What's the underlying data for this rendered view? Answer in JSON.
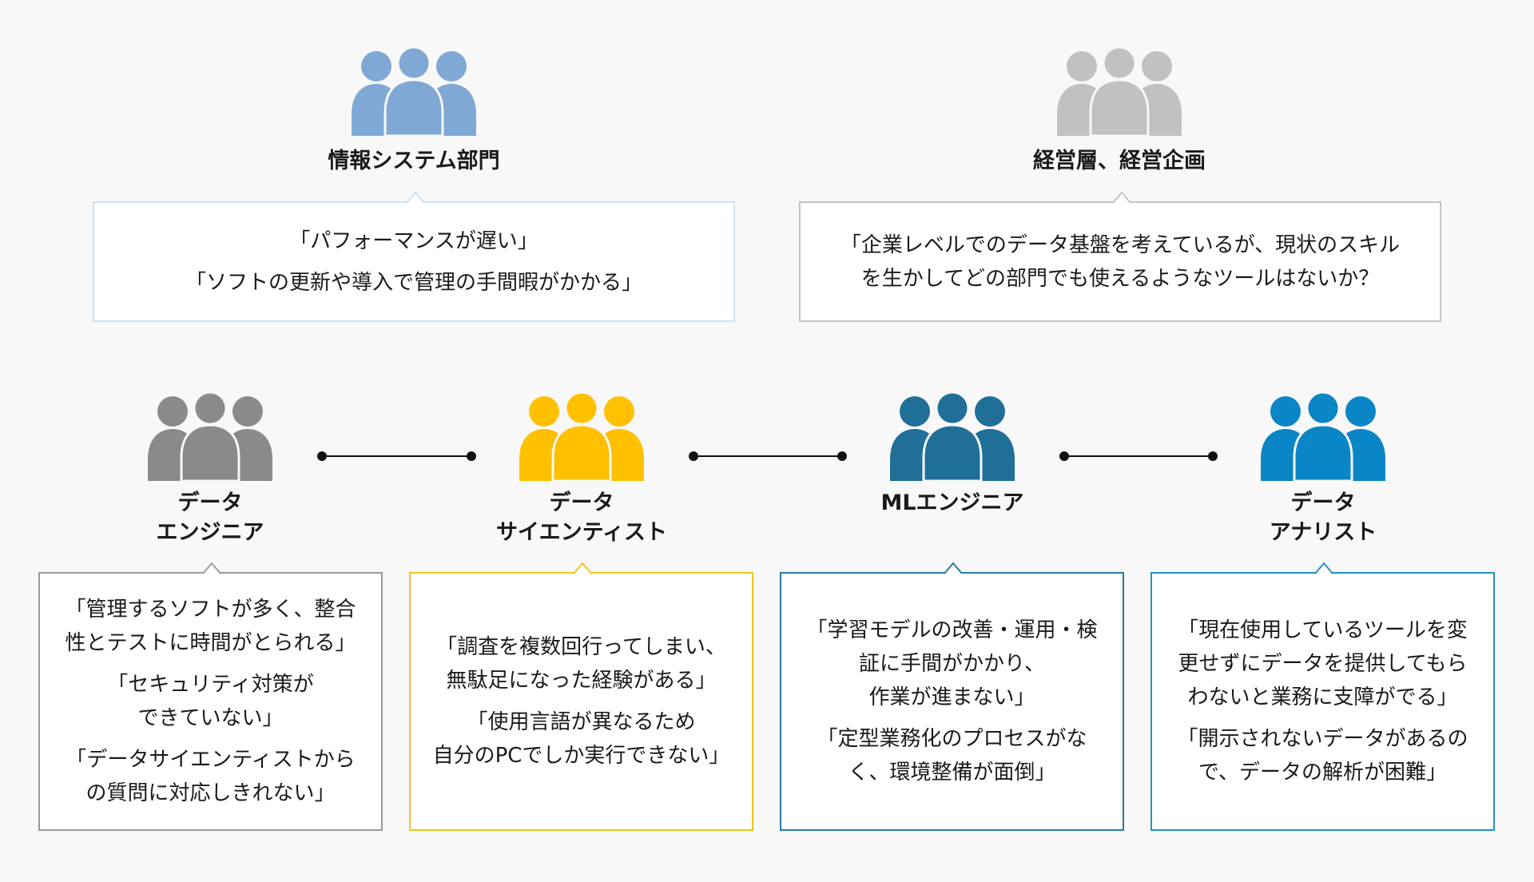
{
  "top_row": [
    {
      "name": "情報システム部門",
      "icon": "people-group-icon",
      "color": "#7fa8d4",
      "border": "#cfe0f2",
      "quotes": [
        "「パフォーマンスが遅い」",
        "「ソフトの更新や導入で管理の手間暇がかかる」"
      ]
    },
    {
      "name": "経営層、経営企画",
      "icon": "people-group-icon",
      "color": "#c1c1c1",
      "border": "#c4c4c4",
      "quotes": [
        "「企業レベルでのデータ基盤を考えているが、現状のスキル\nを生かしてどの部門でも使えるようなツールはないか？"
      ]
    }
  ],
  "bottom_row": [
    {
      "name": "データ\nエンジニア",
      "icon": "people-group-icon",
      "color": "#8a8a8a",
      "border": "#9a9a9a",
      "quotes": [
        "「管理するソフトが多く、整合\n性とテストに時間がとられる」",
        "「セキュリティ対策が\nできていない」",
        "「データサイエンティストから\nの質問に対応しきれない」"
      ]
    },
    {
      "name": "データ\nサイエンティスト",
      "icon": "people-group-icon",
      "color": "#ffc000",
      "border": "#f2c419",
      "quotes": [
        "「調査を複数回行ってしまい、\n無駄足になった経験がある」",
        "「使用言語が異なるため\n自分のPCでしか実行できない」"
      ]
    },
    {
      "name": "MLエンジニア",
      "icon": "people-group-icon",
      "color": "#1f6f99",
      "border": "#2a7aa6",
      "quotes": [
        "「学習モデルの改善・運用・検\n証に手間がかかり、\n作業が進まない」",
        "「定型業務化のプロセスがな\nく、環境整備が面倒」"
      ]
    },
    {
      "name": "データ\nアナリスト",
      "icon": "people-group-icon",
      "color": "#0a86c6",
      "border": "#2490c8",
      "quotes": [
        "「現在使用しているツールを変\n更せずにデータを提供してもら\nわないと業務に支障がでる」",
        "「開示されないデータがあるの\nで、データの解析が困難」"
      ]
    }
  ]
}
